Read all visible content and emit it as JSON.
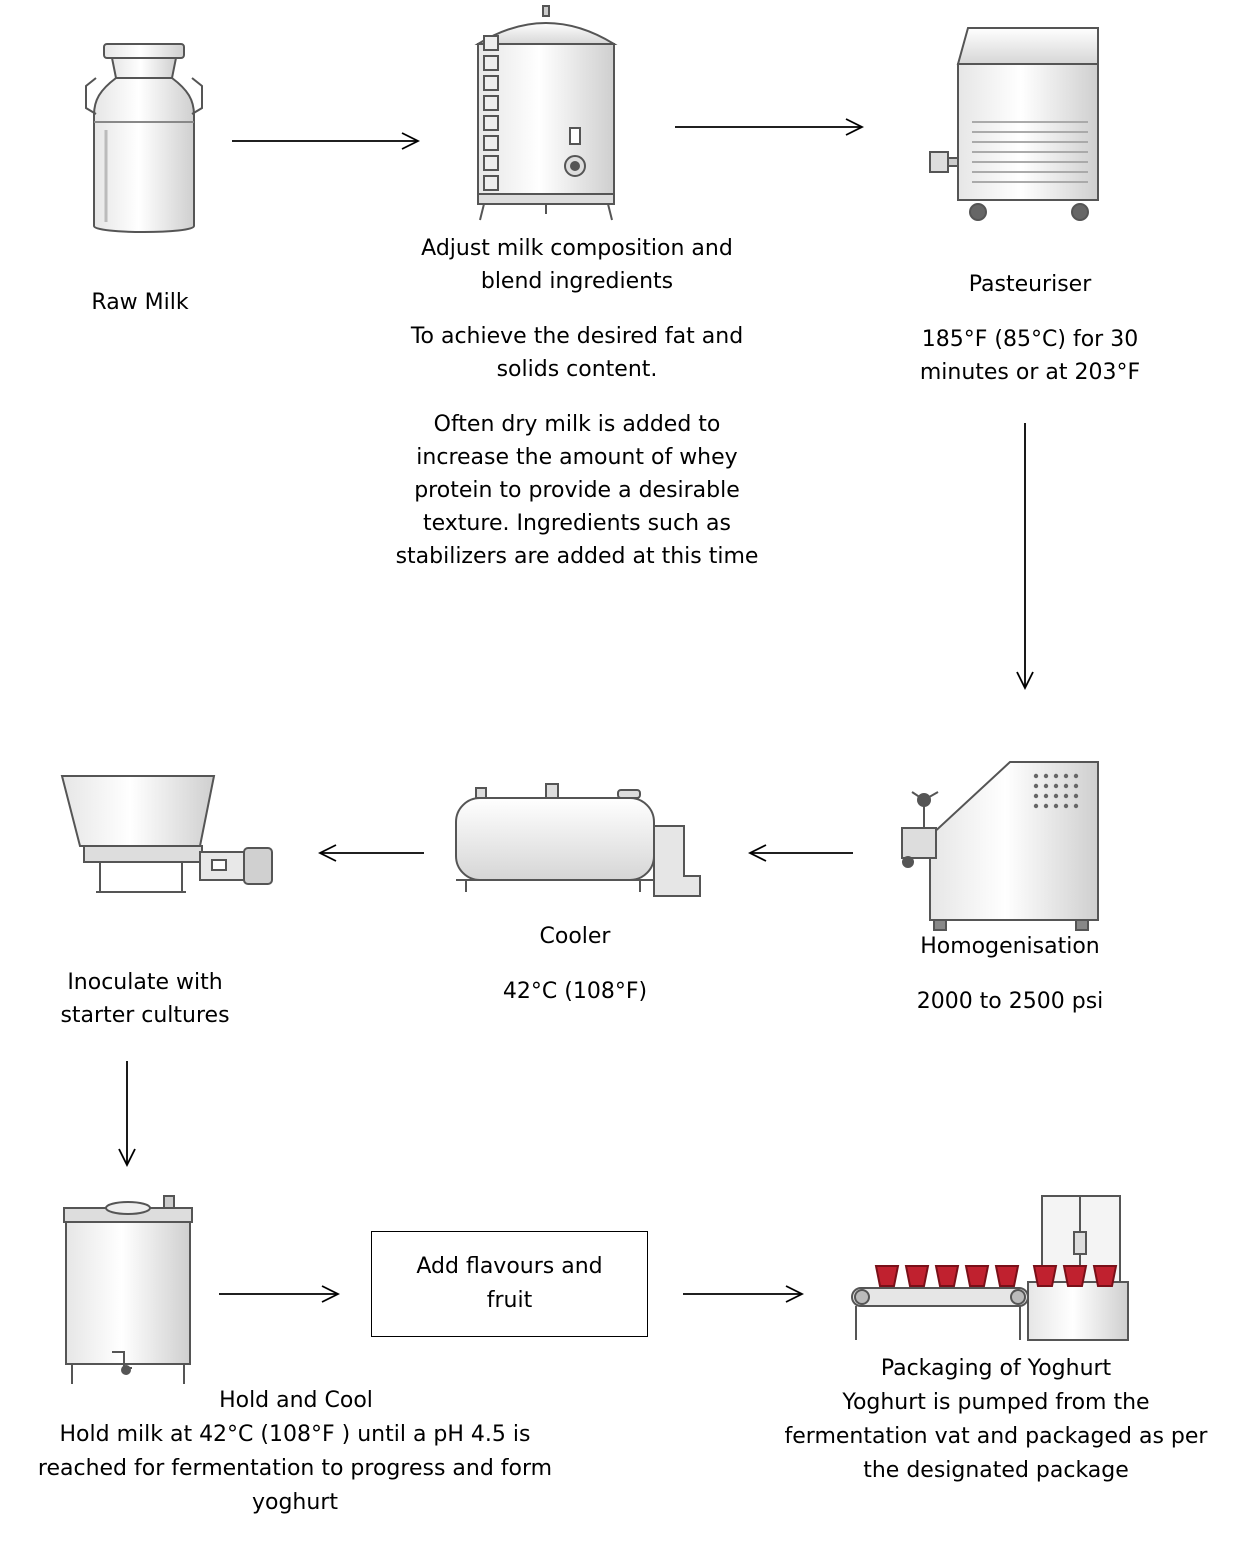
{
  "steps": {
    "raw_milk": {
      "title": "Raw Milk"
    },
    "blend": {
      "title": "Adjust milk composition and blend ingredients",
      "note1": "To achieve the desired fat and solids content.",
      "note2": "Often dry milk is added to increase the amount of whey protein to provide a desirable texture. Ingredients such as stabilizers are added at this time"
    },
    "pasteuriser": {
      "title": "Pasteuriser",
      "note": "185°F (85°C) for 30 minutes or at 203°F"
    },
    "homogenisation": {
      "title": "Homogenisation",
      "note": "2000 to 2500 psi"
    },
    "cooler": {
      "title": "Cooler",
      "note": "42°C (108°F)"
    },
    "inoculate": {
      "title": "Inoculate with starter cultures"
    },
    "hold_cool": {
      "title": "Hold and Cool",
      "note": "Hold milk at 42°C (108°F ) until a pH 4.5 is reached for fermentation to progress and form yoghurt"
    },
    "flavours": {
      "title": "Add flavours and fruit"
    },
    "packaging": {
      "title": "Packaging of Yoghurt",
      "note": "Yoghurt is pumped from the fermentation vat and packaged as per the designated package"
    }
  },
  "icons": {
    "raw_milk": "milk-churn-icon",
    "blend": "blending-tank-icon",
    "pasteuriser": "pasteuriser-machine-icon",
    "homogenisation": "homogeniser-icon",
    "cooler": "cooling-tank-icon",
    "inoculate": "inoculation-hopper-icon",
    "hold_cool": "fermentation-vat-icon",
    "packaging": "packaging-line-icon"
  },
  "colors": {
    "metal_light": "#f4f4f4",
    "metal_mid": "#d9d9d9",
    "outline": "#555555",
    "cup_red": "#c0212f"
  }
}
